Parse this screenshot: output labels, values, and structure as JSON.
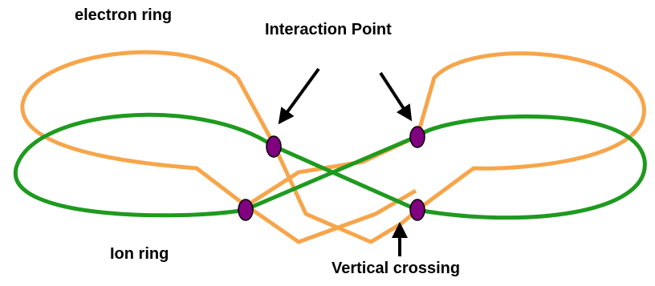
{
  "labels": {
    "electron_ring": "electron ring",
    "interaction_point": "Interaction Point",
    "ion_ring": "Ion ring",
    "vertical_crossing": "Vertical crossing"
  },
  "colors": {
    "electron_ring": "#F7A54A",
    "ion_ring": "#1E9A1E",
    "interaction_marker": "#800080",
    "arrow": "#000000"
  },
  "icons": {
    "crossing_marker": "purple-ellipse",
    "pointer": "black-arrow"
  }
}
